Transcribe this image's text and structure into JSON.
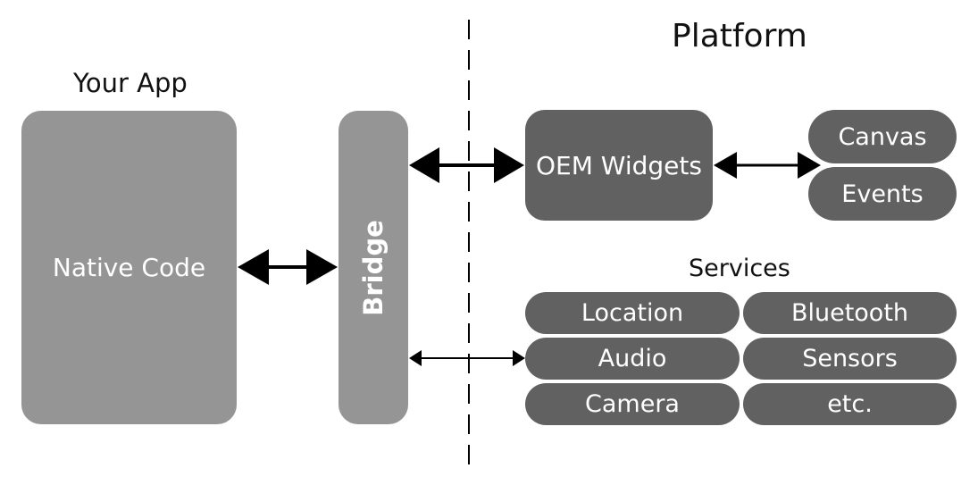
{
  "left_section": {
    "title": "Your App",
    "native_code_label": "Native Code",
    "bridge_label": "Bridge"
  },
  "platform": {
    "title": "Platform",
    "oem_widgets_label": "OEM Widgets",
    "widget_parts": [
      "Canvas",
      "Events"
    ],
    "services_title": "Services",
    "services": [
      [
        "Location",
        "Bluetooth"
      ],
      [
        "Audio",
        "Sensors"
      ],
      [
        "Camera",
        "etc."
      ]
    ]
  },
  "colors": {
    "app_box": "#959595",
    "platform_box": "#616161",
    "arrow": "#000000",
    "text_light": "#ffffff",
    "text_dark": "#111111"
  }
}
